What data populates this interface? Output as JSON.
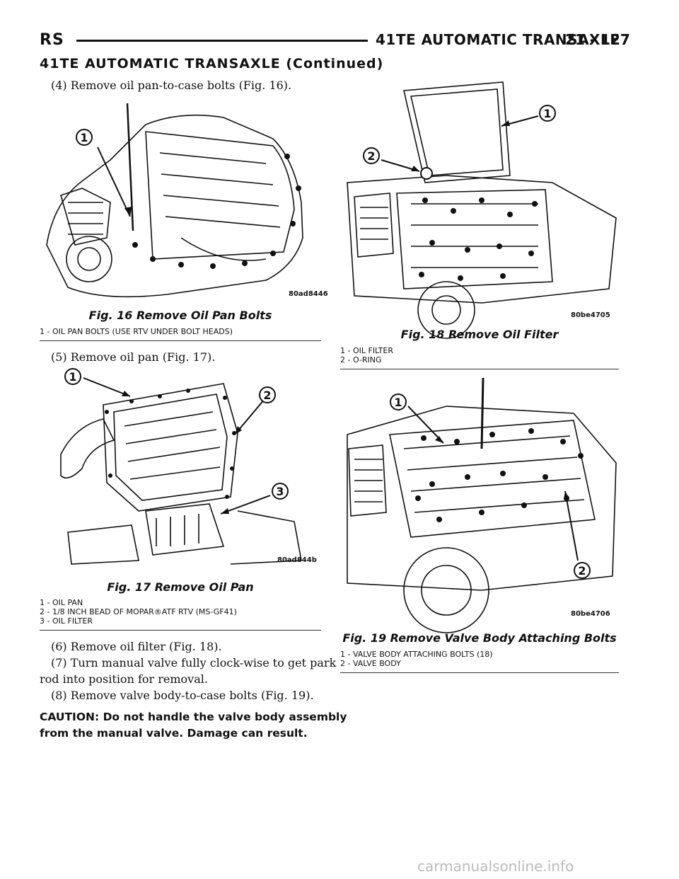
{
  "header": {
    "left": "RS",
    "title": "41TE AUTOMATIC TRANSAXLE",
    "page": "21 - 127"
  },
  "section_title": "41TE AUTOMATIC TRANSAXLE (Continued)",
  "steps": {
    "s4": "(4) Remove oil pan-to-case bolts (Fig. 16).",
    "s5": "(5) Remove oil pan (Fig. 17).",
    "s6": "(6) Remove oil filter (Fig. 18).",
    "s7_line1": "(7) Turn manual valve fully clock-wise to get park",
    "s7_line2": "rod into position for removal.",
    "s8": "(8) Remove valve body-to-case bolts (Fig. 19)."
  },
  "caution": {
    "line1": "CAUTION: Do not handle the valve body assembly",
    "line2": "from the manual valve. Damage can result."
  },
  "figures": {
    "fig16": {
      "code": "80ad8446",
      "callouts": [
        "1"
      ],
      "title": "Fig. 16 Remove Oil Pan Bolts",
      "legend": [
        "1 - OIL PAN BOLTS (USE RTV UNDER BOLT HEADS)"
      ]
    },
    "fig17": {
      "code": "80ad844b",
      "callouts": [
        "1",
        "2",
        "3"
      ],
      "title": "Fig. 17 Remove Oil Pan",
      "legend": [
        "1 - OIL PAN",
        "2 - 1/8 INCH BEAD OF MOPAR®ATF RTV (MS-GF41)",
        "3 - OIL FILTER"
      ]
    },
    "fig18": {
      "code": "80be4705",
      "callouts": [
        "1",
        "2"
      ],
      "title": "Fig. 18 Remove Oil Filter",
      "legend": [
        "1 - OIL FILTER",
        "2 - O-RING"
      ]
    },
    "fig19": {
      "code": "80be4706",
      "callouts": [
        "1",
        "2"
      ],
      "title": "Fig. 19 Remove Valve Body Attaching Bolts",
      "legend": [
        "1 - VALVE BODY ATTACHING BOLTS (18)",
        "2 - VALVE BODY"
      ]
    }
  },
  "watermark": "carmanualsonline.info"
}
